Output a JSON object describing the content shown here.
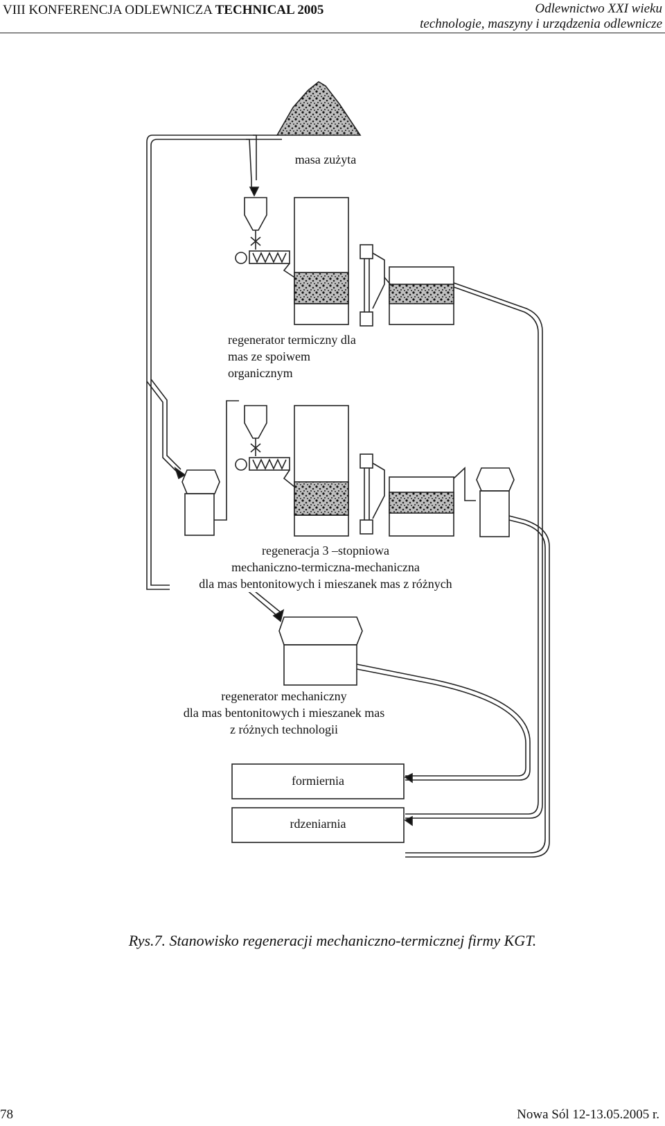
{
  "header": {
    "left_prefix": "VIII  KONFERENCJA ODLEWNICZA",
    "left_bold": "TECHNICAL 2005",
    "right_line1": "Odlewnictwo XXI wieku",
    "right_line2": "technologie,  maszyny i urządzenia odlewnicze"
  },
  "figure": {
    "label_waste": "masa zużyta",
    "label_thermal": [
      "regenerator termiczny dla",
      "mas ze spoiwem",
      "organicznym"
    ],
    "label_three_stage": [
      "regeneracja 3 –stopniowa",
      "mechaniczno-termiczna-mechaniczna",
      "dla mas bentonitowych i mieszanek mas z różnych"
    ],
    "label_mechanical": [
      "regenerator mechaniczny",
      "dla mas bentonitowych i mieszanek mas",
      "z różnych technologii"
    ],
    "box_moulding": "formiernia",
    "box_core": "rdzeniarnia"
  },
  "caption": "Rys.7. Stanowisko regeneracji mechaniczno-termicznej firmy KGT.",
  "footer": {
    "page_number": "78",
    "place_date": "Nowa Sól 12-13.05.2005 r."
  }
}
